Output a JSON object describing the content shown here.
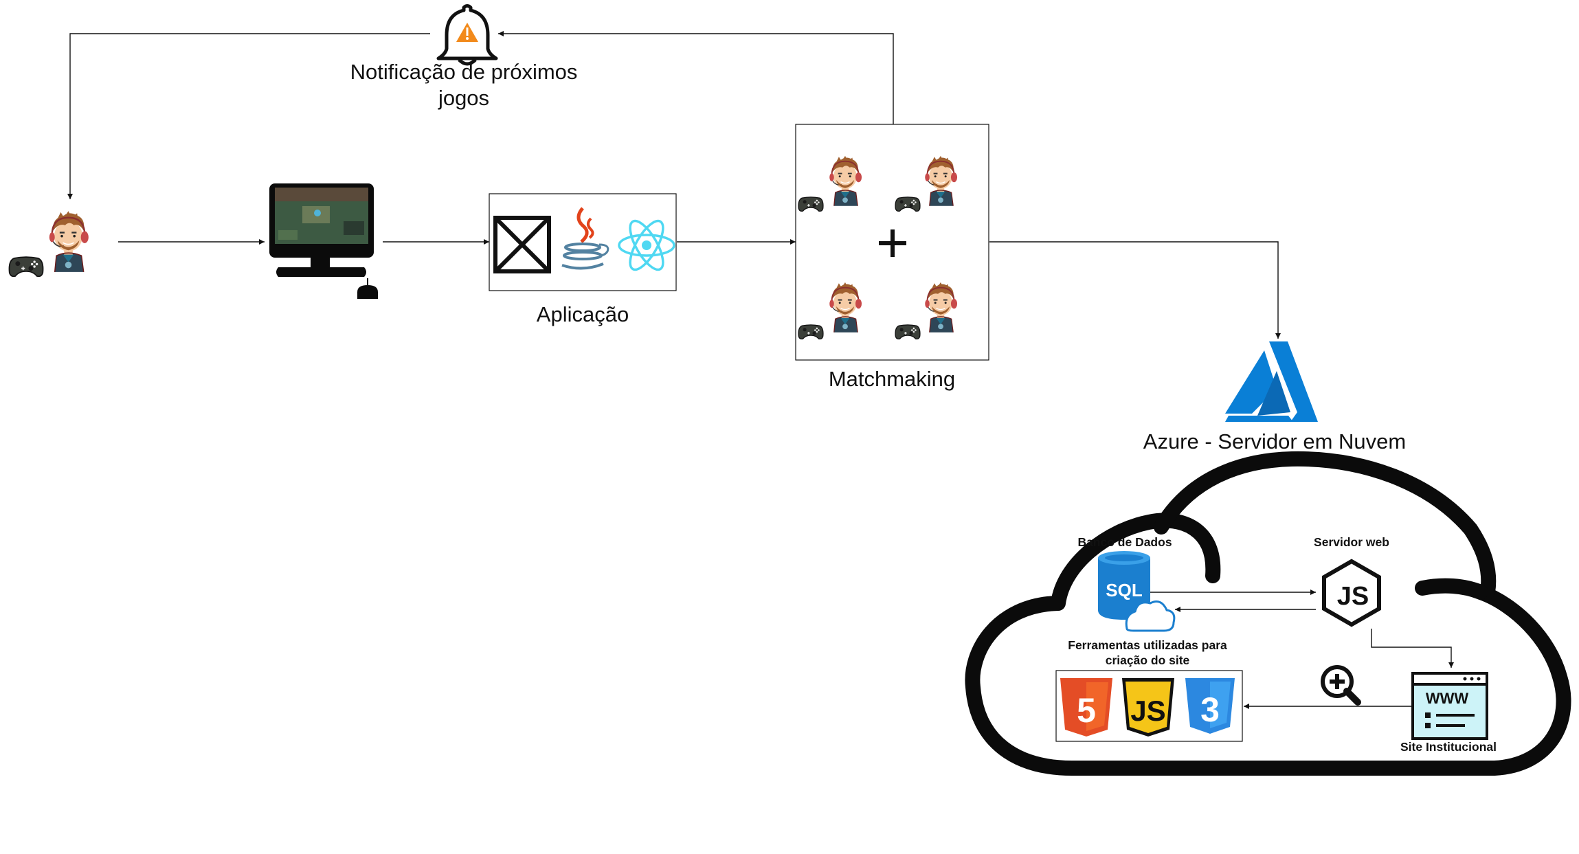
{
  "labels": {
    "notification": [
      "Notificação de próximos",
      "jogos"
    ],
    "application": "Aplicação",
    "matchmaking": "Matchmaking",
    "azure": "Azure - Servidor em Nuvem",
    "database": "Banco de Dados",
    "web_server": "Servidor web",
    "tools": [
      "Ferramentas utilizadas para",
      "criação do site"
    ],
    "site": "Site Institucional"
  },
  "icons": {
    "sql_text": "SQL",
    "www_text": "WWW",
    "html_text": "5",
    "css_text": "3",
    "js_text": "JS"
  },
  "colors": {
    "alert_orange": "#f28a1b",
    "azure_blue": "#0a7fd6",
    "sql_blue": "#1b7fcf",
    "react_cyan": "#4fd8f2",
    "java_red": "#e2431b",
    "java_blue": "#5382a1",
    "html_orange": "#e44d26",
    "js_yellow": "#f5c518",
    "css_blue": "#2c88e0",
    "site_cyan": "#cdf3f8"
  }
}
